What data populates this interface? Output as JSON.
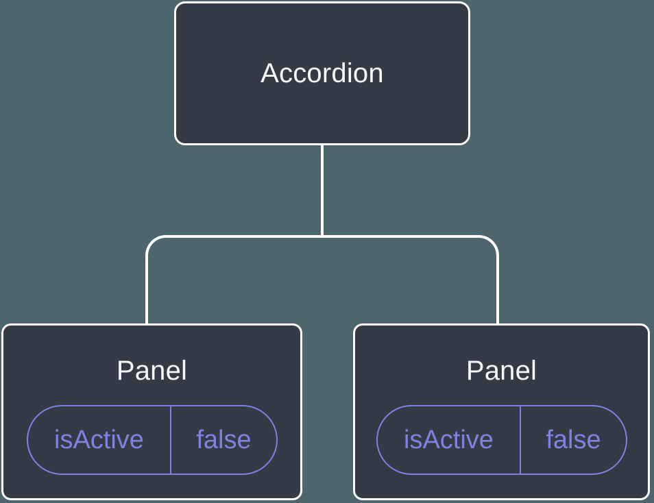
{
  "tree": {
    "root": {
      "label": "Accordion"
    },
    "children": [
      {
        "label": "Panel",
        "state": {
          "name": "isActive",
          "value": "false"
        }
      },
      {
        "label": "Panel",
        "state": {
          "name": "isActive",
          "value": "false"
        }
      }
    ]
  },
  "colors": {
    "background": "#4D656D",
    "node_fill": "#343A46",
    "node_border": "#FFFFFF",
    "connector": "#FFFFFF",
    "node_text": "#F6F7F9",
    "state_accent": "#7D84E0"
  }
}
